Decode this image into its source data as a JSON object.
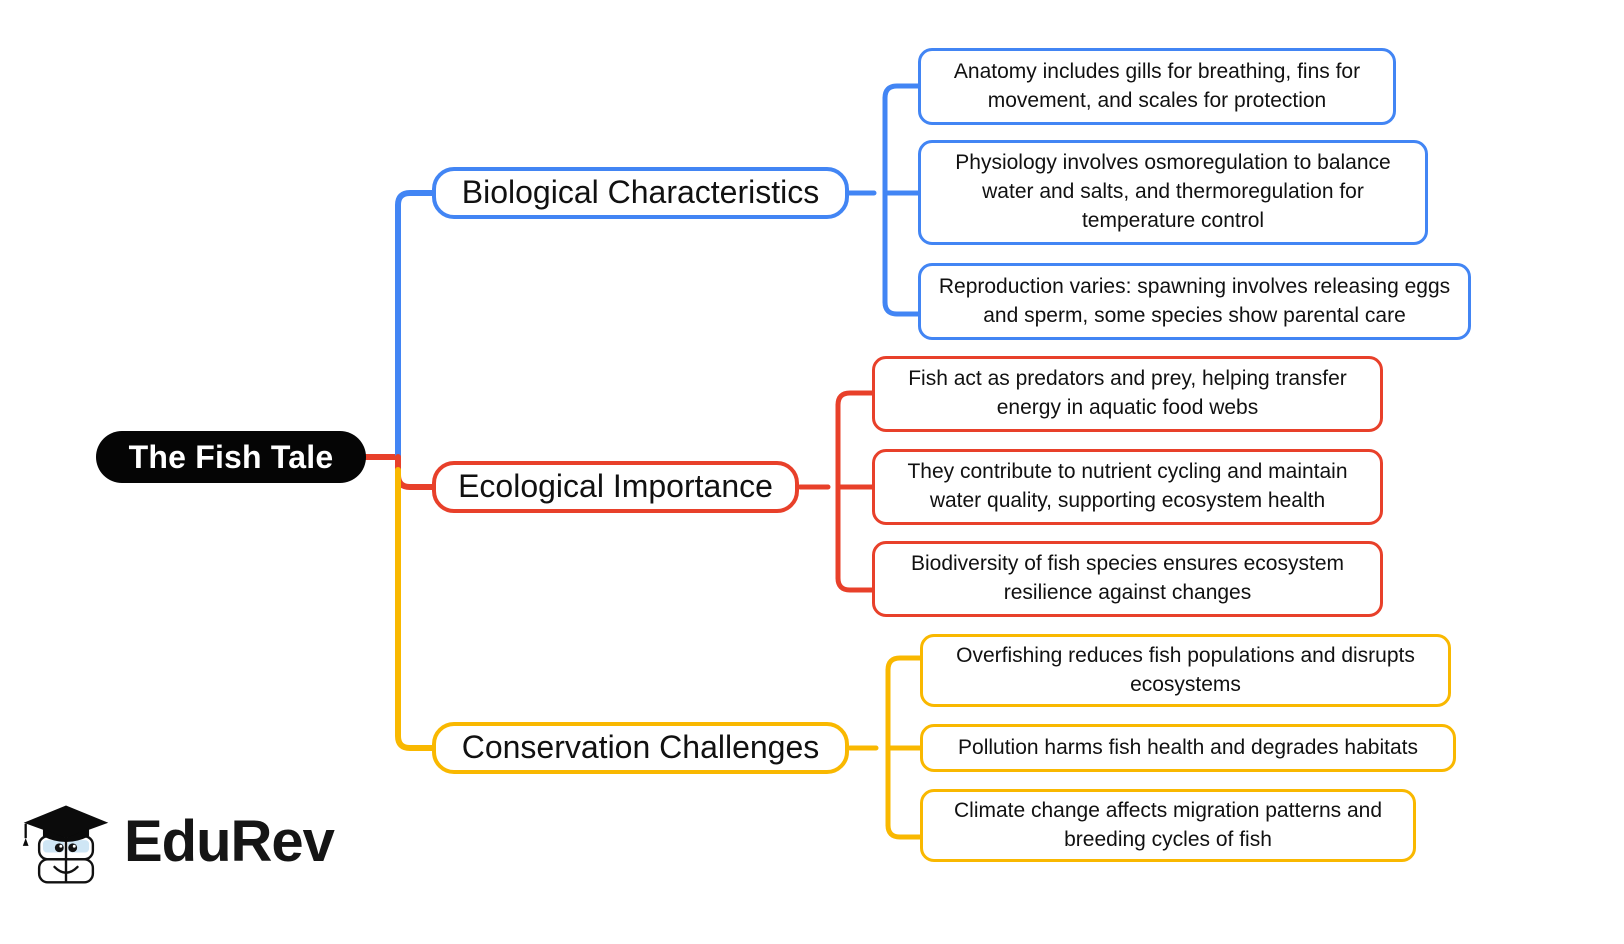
{
  "diagram": {
    "type": "mind-map",
    "root": {
      "label": "The Fish Tale",
      "color": "#050505"
    },
    "branches": [
      {
        "label": "Biological Characteristics",
        "color": "#4285F4",
        "children": [
          "Anatomy includes gills for breathing, fins for movement, and scales for protection",
          "Physiology involves osmoregulation to balance water and salts, and thermoregulation for temperature control",
          "Reproduction varies: spawning involves releasing eggs and sperm, some species show parental care"
        ]
      },
      {
        "label": "Ecological Importance",
        "color": "#E8402A",
        "children": [
          "Fish act as predators and prey, helping transfer energy in aquatic food webs",
          "They contribute to nutrient cycling and maintain water quality, supporting ecosystem health",
          "Biodiversity of fish species ensures ecosystem resilience against changes"
        ]
      },
      {
        "label": "Conservation Challenges",
        "color": "#F9B800",
        "children": [
          "Overfishing reduces fish populations and disrupts ecosystems",
          "Pollution harms fish health and degrades habitats",
          "Climate change affects migration patterns and breeding cycles of fish"
        ]
      }
    ]
  },
  "logo": {
    "word": "EduRev",
    "mark": "graduation-cap-mascot-icon"
  }
}
